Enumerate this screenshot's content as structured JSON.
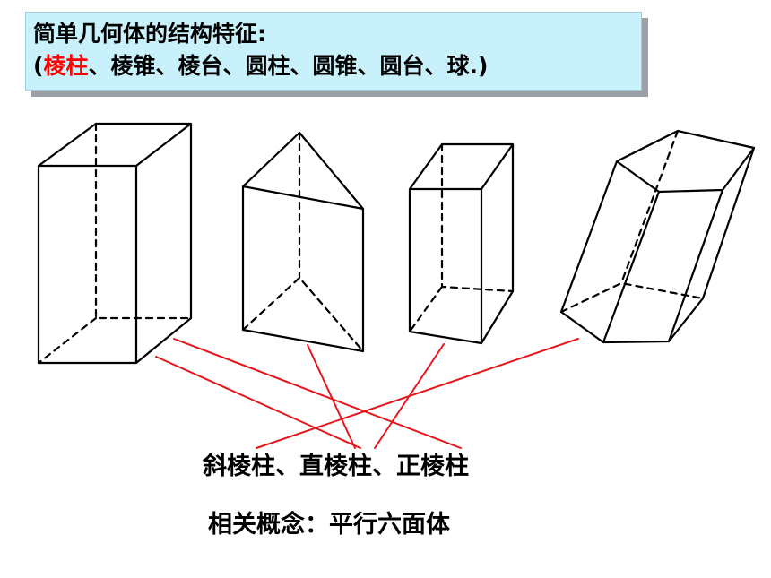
{
  "title": {
    "line1": "简单几何体的结构特征:",
    "line2_open": "(",
    "line2_highlight": "棱柱",
    "line2_rest": "、棱锥、棱台、圆柱、圆锥、圆台、球.)",
    "highlight_color": "#ff0000",
    "box_color": "#c9f1fb"
  },
  "captions": {
    "prism_types": "斜棱柱、直棱柱、正棱柱",
    "related_concept": "相关概念：平行六面体"
  },
  "colors": {
    "stroke": "#000000",
    "connector": "#e8161b"
  }
}
